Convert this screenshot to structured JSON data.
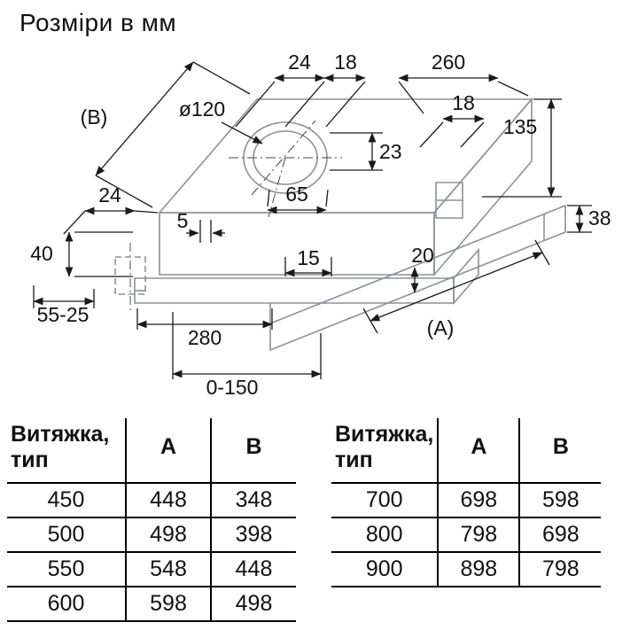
{
  "title": "Розміри в мм",
  "drawing": {
    "colors": {
      "dimension_lines": "#1a1a1a",
      "body_lines": "#8d9096"
    },
    "labels": {
      "top_24": "24",
      "top_18": "18",
      "depth_260": "260",
      "b_ref": "(B)",
      "flue_diameter": "ø120",
      "right_18": "18",
      "height_135": "135",
      "offset_23": "23",
      "left_24": "24",
      "offset_65": "65",
      "gap_5": "5",
      "thickness_38": "38",
      "left_40": "40",
      "inset_15": "15",
      "visor_20": "20",
      "wall_range_55_25": "55-25",
      "depth_280": "280",
      "a_ref": "(A)",
      "travel_0_150": "0-150"
    }
  },
  "tables": [
    {
      "header": {
        "name_line1": "Витяжка,",
        "name_line2": "тип",
        "col_a": "A",
        "col_b": "B"
      },
      "rows": [
        {
          "type": "450",
          "a": "448",
          "b": "348"
        },
        {
          "type": "500",
          "a": "498",
          "b": "398"
        },
        {
          "type": "550",
          "a": "548",
          "b": "448"
        },
        {
          "type": "600",
          "a": "598",
          "b": "498"
        }
      ]
    },
    {
      "header": {
        "name_line1": "Витяжка,",
        "name_line2": "тип",
        "col_a": "A",
        "col_b": "B"
      },
      "rows": [
        {
          "type": "700",
          "a": "698",
          "b": "598"
        },
        {
          "type": "800",
          "a": "798",
          "b": "698"
        },
        {
          "type": "900",
          "a": "898",
          "b": "798"
        }
      ]
    }
  ]
}
